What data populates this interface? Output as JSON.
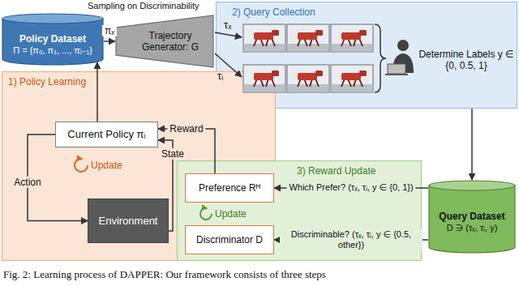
{
  "diagram": {
    "caption": "Fig. 2: Learning process of DAPPER: Our framework consists of three steps",
    "nodes": [
      {
        "text": [
          "Policy Dataset",
          "Π = {π₀, π₁, ..., πᵢ₋₁}"
        ]
      },
      {
        "text": [
          "Trajectory Generator: G"
        ]
      },
      {
        "text": [
          "2) Query Collection"
        ]
      },
      {
        "text": [
          "1) Policy Learning"
        ]
      },
      {
        "text": [
          "Current Policy πᵢ"
        ],
        "in": 3
      },
      {
        "text": [
          "Environment"
        ],
        "in": 3
      },
      {
        "text": [
          "3) Reward Update"
        ]
      },
      {
        "text": [
          "Preference Rᴴ"
        ],
        "in": 6
      },
      {
        "text": [
          "Discriminator D"
        ],
        "in": 6
      },
      {
        "text": [
          "Query Dataset",
          "D ∋ (τₓ, τᵢ, y)"
        ]
      }
    ],
    "edges": [
      {
        "from": 0,
        "to": 1,
        "arrow": "to",
        "label": "πₓ"
      },
      {
        "from": 4,
        "to": 0,
        "arrow": "to"
      },
      {
        "from": 4,
        "to": 5,
        "arrow": "to",
        "label": "Action"
      },
      {
        "from": 5,
        "to": 4,
        "arrow": "to",
        "label": "State"
      },
      {
        "from": 7,
        "to": 4,
        "arrow": "to",
        "label": "Reward"
      },
      {
        "from": 2,
        "to": 9,
        "arrow": "to"
      },
      {
        "from": 9,
        "to": 7,
        "arrow": "to",
        "label": "Which Prefer? (τₓ, τᵢ, y ∈ {0, 1})"
      },
      {
        "from": 9,
        "to": 8,
        "arrow": "to",
        "label": "Discriminable? (τₓ, τᵢ, y ∈ {0.5, other})"
      }
    ],
    "labels": [
      "Sampling on Discriminability",
      "τₓ",
      "τᵢ",
      "Determine Labels y ∈ {0, 0.5, 1}",
      "Update",
      "Update"
    ]
  }
}
